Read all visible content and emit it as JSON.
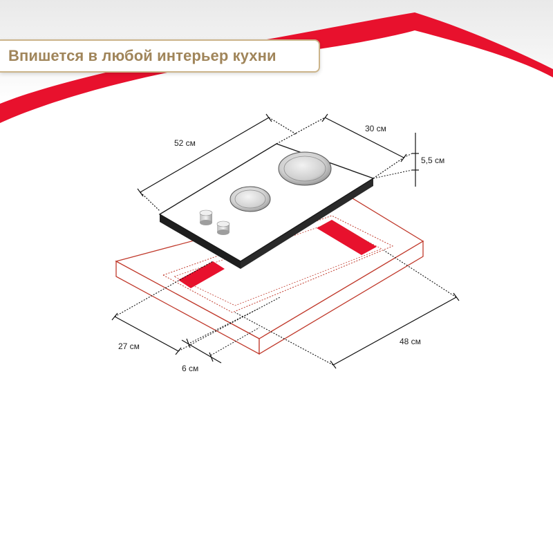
{
  "banner": {
    "text": "Впишется в любой интерьер кухни"
  },
  "dimensions": {
    "hob_length": "52 см",
    "hob_width": "30 см",
    "hob_height": "5,5 см",
    "cutout_width": "27 см",
    "edge_offset": "6 см",
    "cutout_length": "48 см"
  },
  "colors": {
    "accent_red": "#e8112d",
    "outline_red": "#c0392b",
    "gold": "#a0855a",
    "gold_border": "#cbb48a"
  }
}
